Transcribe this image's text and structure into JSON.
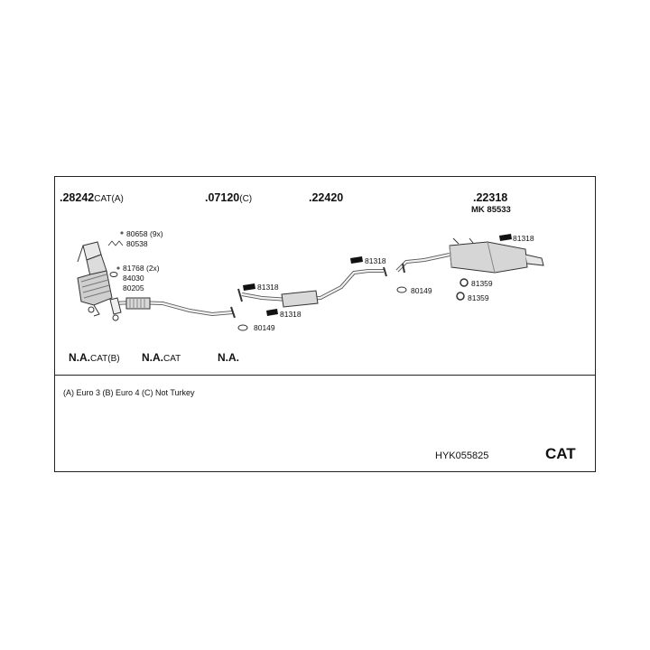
{
  "parts": {
    "p28242": {
      "number": ".28242",
      "suffix": "CAT(A)"
    },
    "p07120": {
      "number": ".07120",
      "suffix": "(C)"
    },
    "p22420": {
      "number": ".22420"
    },
    "p22318": {
      "number": ".22318",
      "mk": "MK 85533"
    }
  },
  "small_parts": {
    "s80658": "80658 (9x)",
    "s80538": "80538",
    "s81768": "81768 (2x)",
    "s84030": "84030",
    "s80205": "80205",
    "s81318a": "81318",
    "s81318b": "81318",
    "s81318c": "81318",
    "s81318d": "81318",
    "s80149a": "80149",
    "s80149b": "80149",
    "s81359a": "81359",
    "s81359b": "81359"
  },
  "na_labels": {
    "na1": {
      "main": "N.A.",
      "suffix": "CAT(B)"
    },
    "na2": {
      "main": "N.A.",
      "suffix": "CAT"
    },
    "na3": {
      "main": "N.A."
    }
  },
  "notes": "(A) Euro 3 (B) Euro 4 (C) Not Turkey",
  "kit_code": "HYK055825",
  "category": "CAT",
  "icons": [
    "bolt-icon",
    "gasket-icon",
    "rubber-hanger-icon",
    "clamp-icon",
    "exhaust-pipe-illustration"
  ]
}
